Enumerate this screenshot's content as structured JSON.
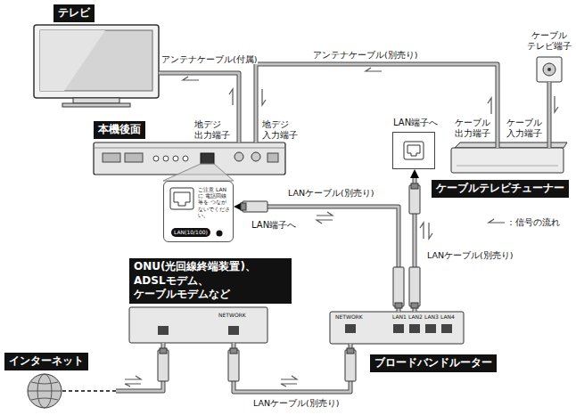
{
  "diagram": {
    "nodes": [
      {
        "text": [
          "テレビ"
        ]
      },
      {
        "text": [
          "ケーブル テレビ端子"
        ]
      },
      {
        "text": [
          "本機後面"
        ]
      },
      {
        "text": [
          "LAN端子へ"
        ]
      },
      {
        "text": [
          "ケーブルテレビチューナー"
        ]
      },
      {
        "text": [
          "ご注意 LANに 電話回線等を つながないでください。",
          "LAN(10/100)"
        ]
      },
      {
        "text": [
          "ONU(光回線終端装置)、 ADSLモデム、 ケーブルモデムなど",
          "NETWORK"
        ]
      },
      {
        "text": [
          "ブロードバンドルーター",
          "NETWORK",
          "LAN1",
          "LAN2",
          "LAN3",
          "LAN4"
        ]
      },
      {
        "text": [
          "インターネット"
        ]
      }
    ],
    "edges": [
      {
        "from": 2,
        "to": 0,
        "label": "アンテナケーブル(付属)",
        "arrow": "none"
      },
      {
        "from": 4,
        "to": 2,
        "label": "アンテナケーブル(別売り)",
        "arrow": "none"
      },
      {
        "from": 1,
        "to": 4,
        "arrow": "none"
      },
      {
        "from": 7,
        "to": 3,
        "label": "LANケーブル(別売り)",
        "arrow": "to"
      },
      {
        "from": 7,
        "to": 5,
        "label": "LANケーブル(別売り)",
        "arrow": "to"
      },
      {
        "from": 6,
        "to": 7,
        "label": "LANケーブル(別売り)",
        "arrow": "none"
      },
      {
        "from": 8,
        "to": 6,
        "arrow": "none"
      }
    ],
    "labels": [
      "地デジ 出力端子",
      "地デジ 入力端子",
      "ケーブル 出力端子",
      "ケーブル 入力端子",
      "LAN端子へ"
    ],
    "legend": [
      {
        "text": "：信号の流れ"
      }
    ]
  }
}
